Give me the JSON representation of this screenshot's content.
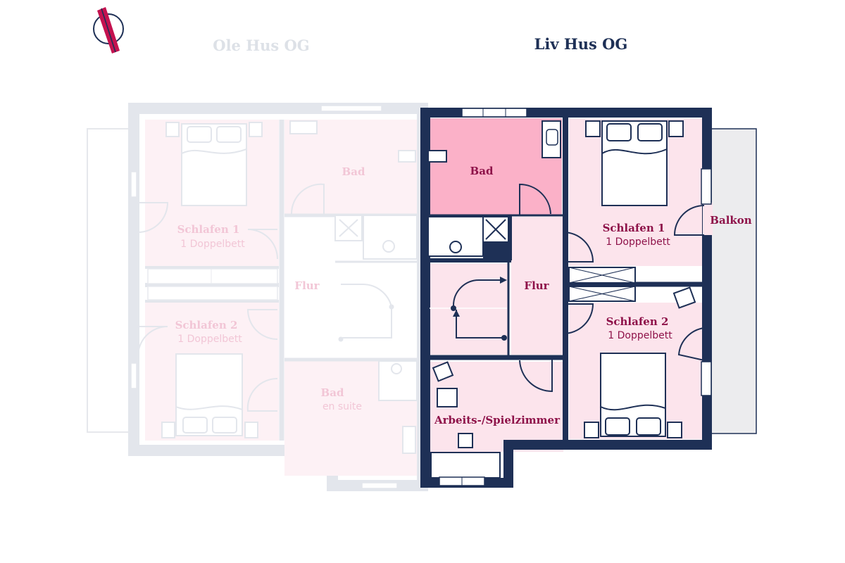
{
  "titles": {
    "ole": "Ole Hus OG",
    "liv": "Liv Hus OG"
  },
  "colors": {
    "wall_active": "#1e3056",
    "wall_faded": "#e3e6ec",
    "room_pink": "#fce4ec",
    "bath_pink": "#fbb1c8",
    "room_pink_faded": "#fdf1f5",
    "label_active": "#8e1249",
    "label_faded": "#f2c6d6",
    "title_active": "#1e3056",
    "title_faded": "#dde1e7",
    "compass_red": "#c4124f"
  },
  "ole": {
    "schlafen1": {
      "name": "Schlafen 1",
      "beds": "1 Doppelbett"
    },
    "schlafen2": {
      "name": "Schlafen 2",
      "beds": "1 Doppelbett"
    },
    "bad": {
      "name": "Bad"
    },
    "flur": {
      "name": "Flur"
    },
    "bad_ensuite": {
      "name": "Bad",
      "sub": "en suite"
    }
  },
  "liv": {
    "bad": {
      "name": "Bad"
    },
    "flur": {
      "name": "Flur"
    },
    "schlafen1": {
      "name": "Schlafen 1",
      "beds": "1 Doppelbett"
    },
    "schlafen2": {
      "name": "Schlafen 2",
      "beds": "1 Doppelbett"
    },
    "arbeits": {
      "name": "Arbeits-/Spielzimmer"
    },
    "balkon": {
      "name": "Balkon"
    }
  },
  "icons": {
    "compass": "north-arrow-icon"
  }
}
